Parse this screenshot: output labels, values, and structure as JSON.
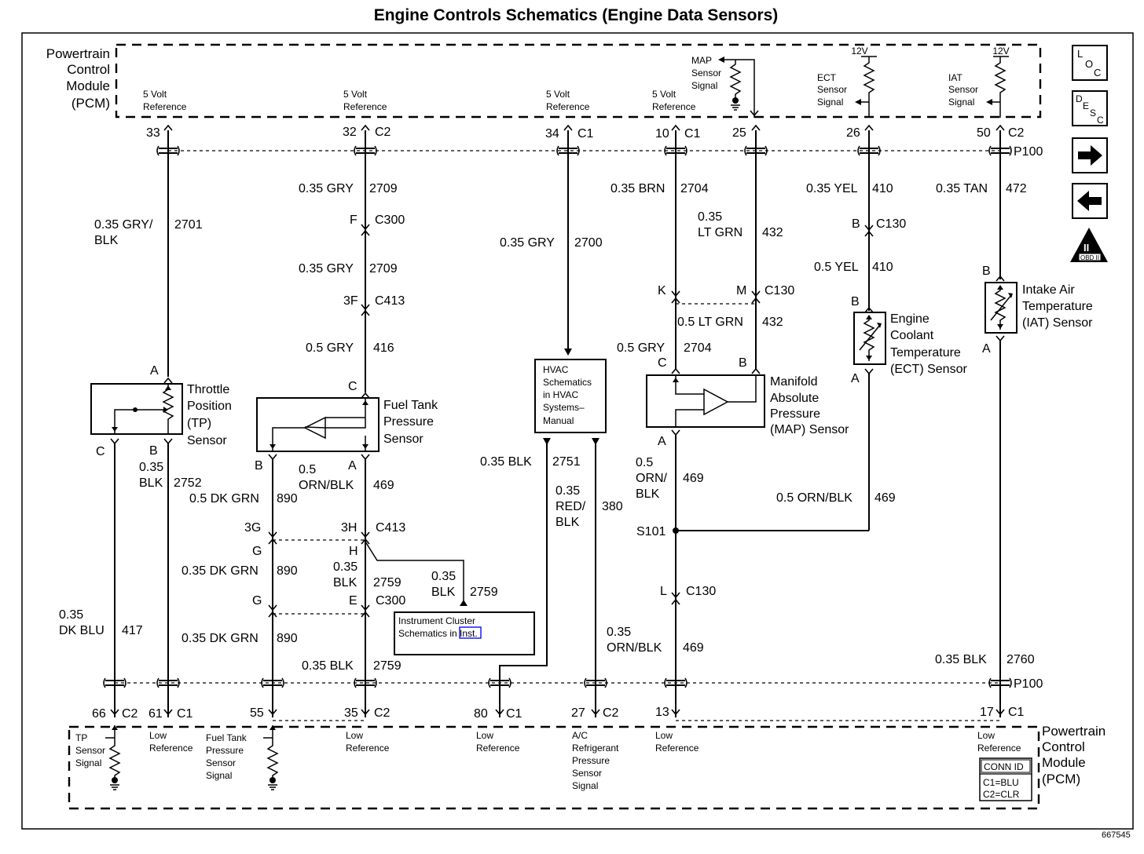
{
  "title": "Engine Controls Schematics (Engine Data Sensors)",
  "figure_id": "667545",
  "pcm_label": [
    "Powertrain",
    "Control",
    "Module",
    "(PCM)"
  ],
  "top_refs": {
    "five_volt": [
      "5 Volt",
      "Reference"
    ],
    "map_signal": [
      "MAP",
      "Sensor",
      "Signal"
    ],
    "ect_signal": [
      "ECT",
      "Sensor",
      "Signal"
    ],
    "iat_signal": [
      "IAT",
      "Sensor",
      "Signal"
    ],
    "twelve_v": "12V"
  },
  "top_pins": {
    "p33": "33",
    "p32": "32",
    "p34": "34",
    "p10": "10",
    "p25": "25",
    "p26": "26",
    "p50": "50",
    "c2": "C2",
    "c1": "C1",
    "p100": "P100"
  },
  "wires": {
    "w_gry_blk_a": "0.35 GRY/",
    "w_gry_blk_b": "BLK",
    "c2701": "2701",
    "w_gry": "0.35 GRY",
    "c2709": "2709",
    "f": "F",
    "c300": "C300",
    "g3f": "3F",
    "c413": "C413",
    "w_05gry": "0.5 GRY",
    "c416": "416",
    "c2700": "2700",
    "w_brn": "0.35 BRN",
    "c2704": "2704",
    "w_035": "0.35",
    "w_ltgrn": "LT GRN",
    "c432": "432",
    "w_yel": "0.35 YEL",
    "c410": "410",
    "b": "B",
    "c130": "C130",
    "w_05yel": "0.5 YEL",
    "w_tan": "0.35 TAN",
    "c472": "472",
    "k": "K",
    "m": "M",
    "w_05ltgrn": "0.5 LT GRN",
    "c": "C",
    "a": "A",
    "w_05": "0.5",
    "w_orn_blk": "ORN/BLK",
    "c469": "469",
    "w_orn": "ORN/",
    "w_blk": "BLK",
    "w_blk035": "0.35 BLK",
    "c2751": "2751",
    "w_red_blk": "RED/",
    "c380": "380",
    "c2752": "2752",
    "w_dkgrn05": "0.5 DK GRN",
    "c890": "890",
    "w_05ornblk": "0.5 ORN/BLK",
    "g3g": "3G",
    "g3h": "3H",
    "s101": "S101",
    "g": "G",
    "h": "H",
    "e": "E",
    "l": "L",
    "w_dkgrn035": "0.35 DK GRN",
    "c2759": "2759",
    "w_dkblu": "DK BLU",
    "c417": "417",
    "c2760": "2760"
  },
  "components": {
    "tp": [
      "Throttle",
      "Position",
      "(TP)",
      "Sensor"
    ],
    "fuel_tank": [
      "Fuel Tank",
      "Pressure",
      "Sensor"
    ],
    "hvac": [
      "HVAC",
      "Schematics",
      "in HVAC",
      "Systems–",
      "Manual"
    ],
    "map": [
      "Manifold",
      "Absolute",
      "Pressure",
      "(MAP) Sensor"
    ],
    "ect": [
      "Engine",
      "Coolant",
      "Temperature",
      "(ECT) Sensor"
    ],
    "iat": [
      "Intake Air",
      "Temperature",
      "(IAT) Sensor"
    ],
    "ic": [
      "Instrument Cluster",
      "Schematics in Inst."
    ]
  },
  "bottom_pins": {
    "p66": "66",
    "p61": "61",
    "p55": "55",
    "p35": "35",
    "p80": "80",
    "p27": "27",
    "p13": "13",
    "p17": "17"
  },
  "bottom_refs": {
    "tp_signal": [
      "TP",
      "Sensor",
      "Signal"
    ],
    "low_ref": [
      "Low",
      "Reference"
    ],
    "fuel_signal": [
      "Fuel Tank",
      "Pressure",
      "Sensor",
      "Signal"
    ],
    "ac_signal": [
      "A/C",
      "Refrigerant",
      "Pressure",
      "Sensor",
      "Signal"
    ]
  },
  "conn_id": {
    "title": "CONN ID",
    "c1": "C1=BLU",
    "c2": "C2=CLR"
  },
  "nav": {
    "loc": [
      "L",
      "O",
      "C"
    ],
    "desc": [
      "D",
      "E",
      "S",
      "C"
    ],
    "next_glyph": "➡",
    "back_glyph": "⬅",
    "obd": "OBD II",
    "obd_numeral": "II"
  }
}
